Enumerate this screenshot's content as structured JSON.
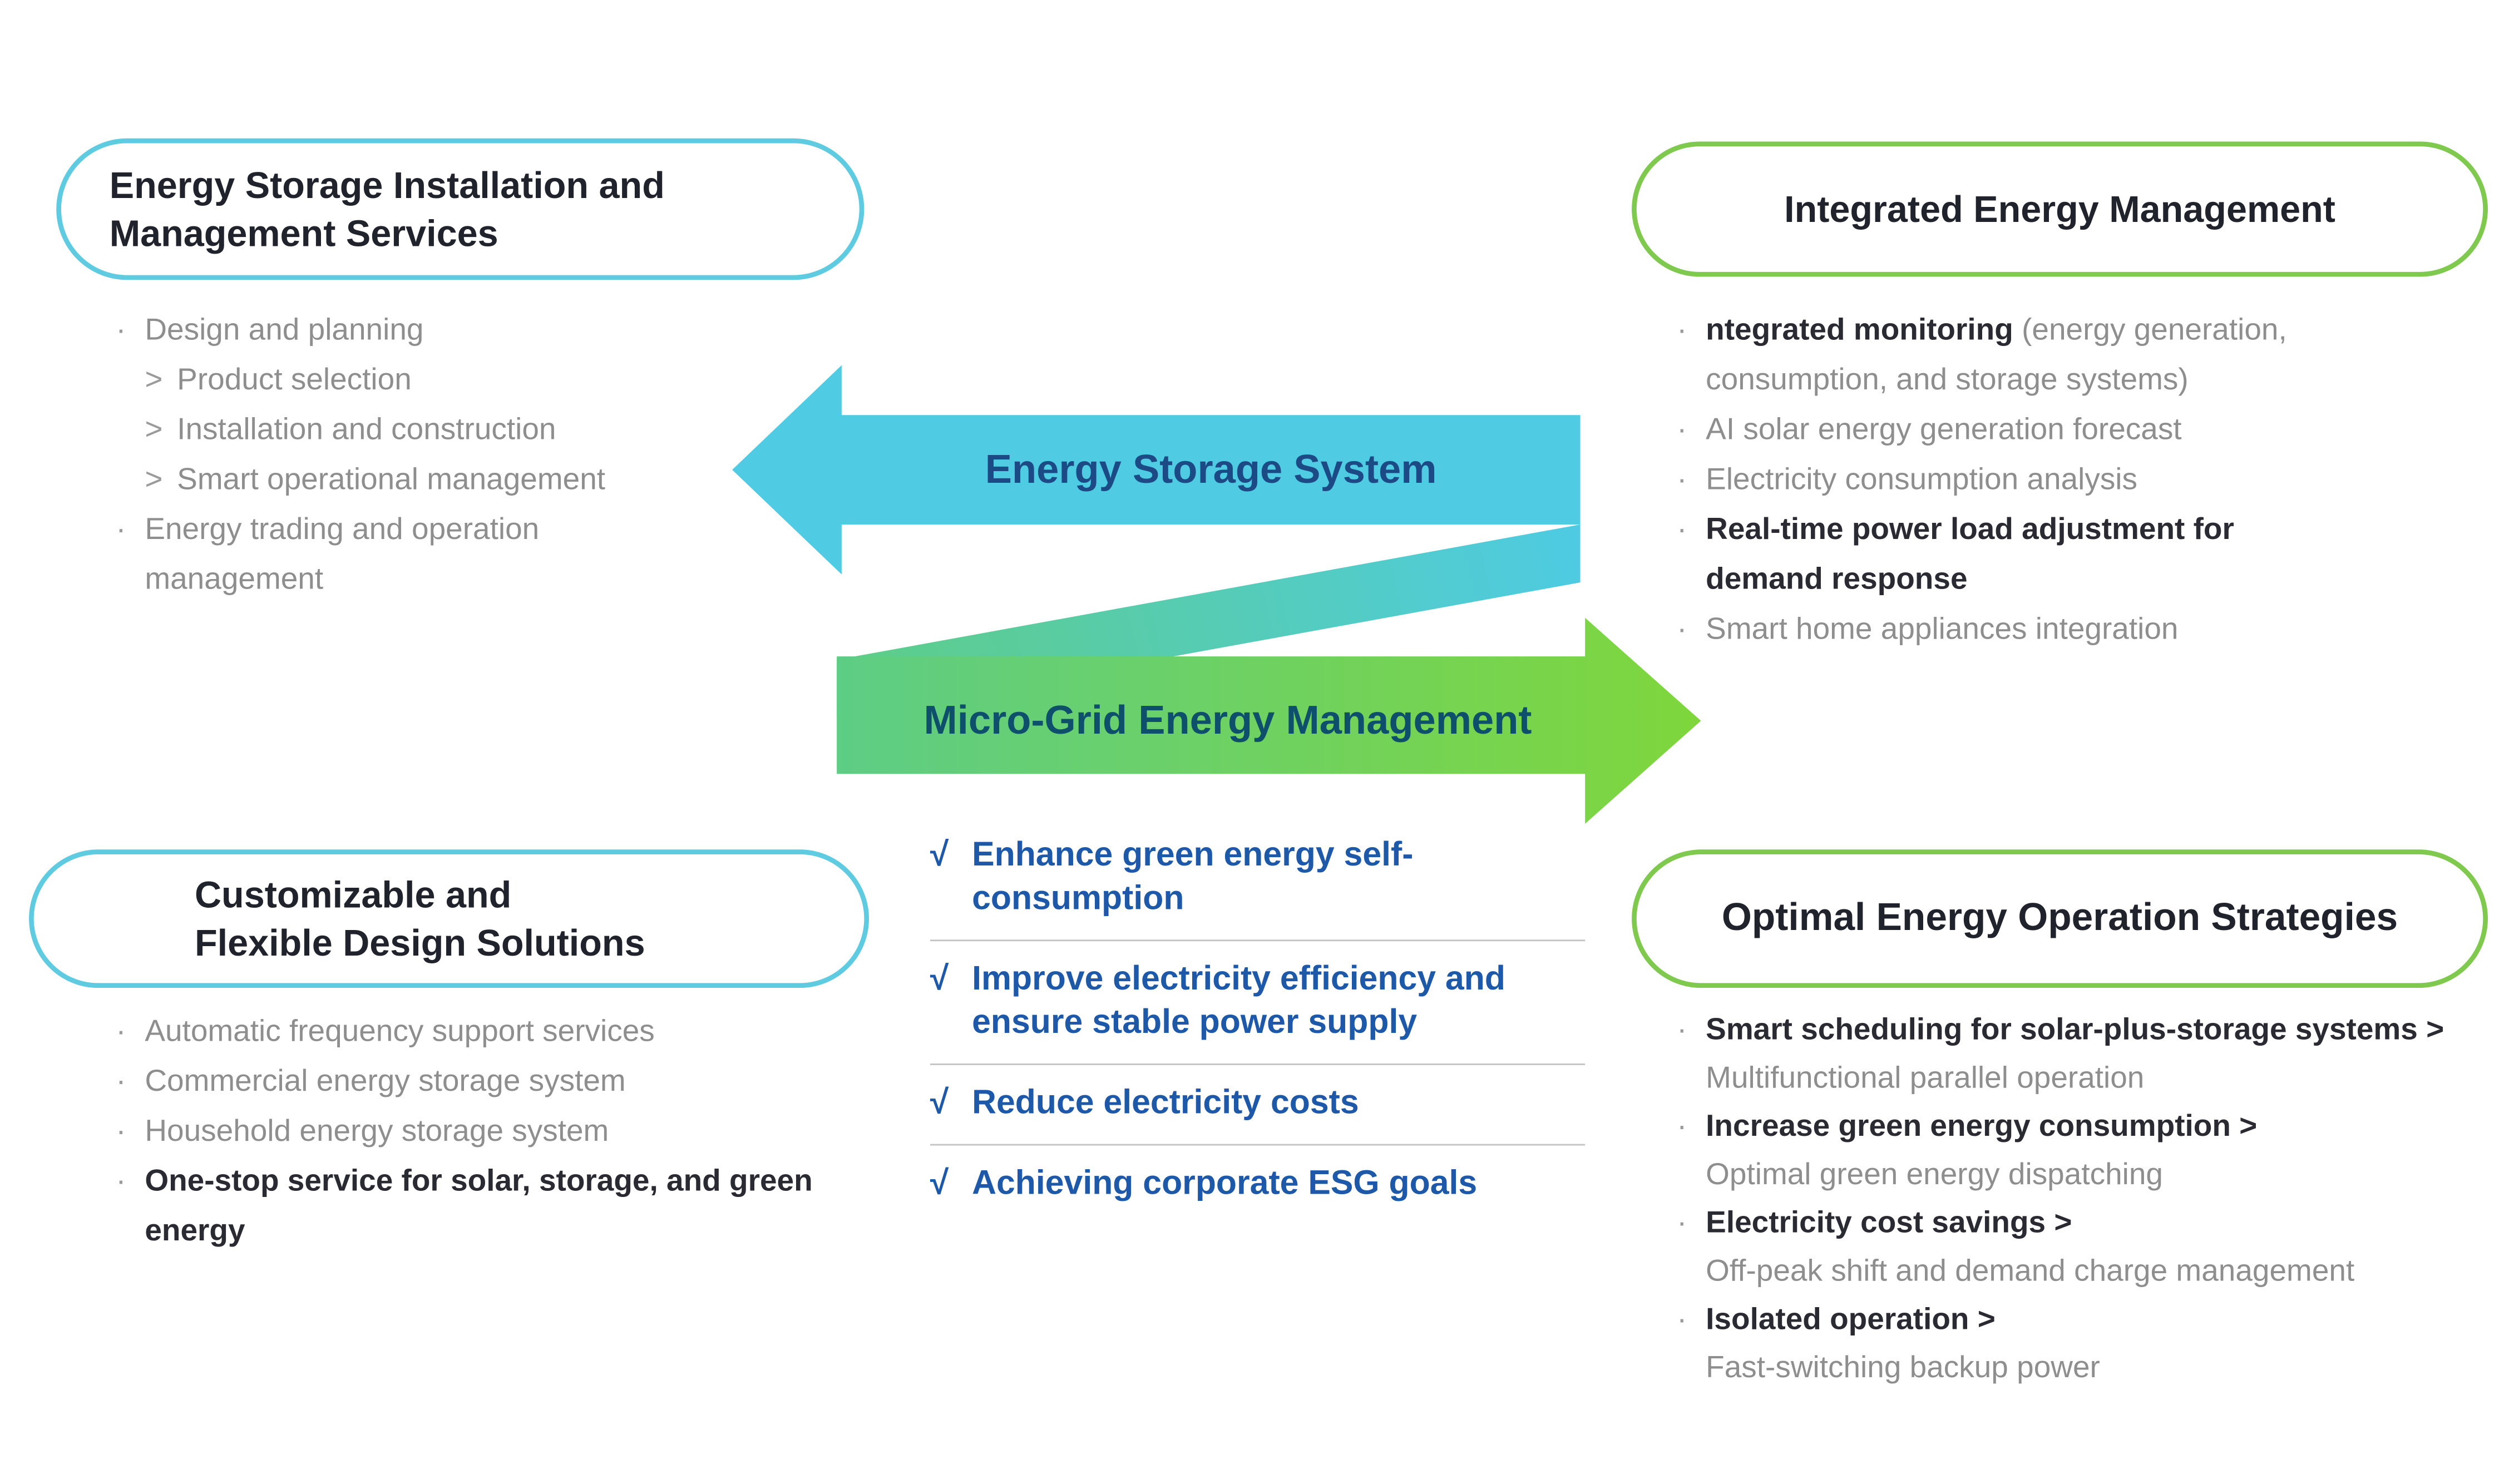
{
  "glyphs": {
    "dot": "·",
    "sub": ">",
    "check": "√"
  },
  "arrows": {
    "energy_storage": {
      "label": "Energy Storage System"
    },
    "micro_grid": {
      "label": "Micro-Grid Energy Management"
    }
  },
  "benefits": {
    "items": [
      {
        "text": "Enhance green energy self-consumption"
      },
      {
        "text": "Improve electricity efficiency and ensure stable power supply"
      },
      {
        "text": "Reduce electricity costs"
      },
      {
        "text": "Achieving corporate ESG goals"
      }
    ]
  },
  "panels": {
    "installation": {
      "title_lines": [
        "Energy Storage Installation and",
        "Management Services"
      ],
      "items": [
        {
          "text": "Design and planning"
        },
        {
          "text": "Product selection"
        },
        {
          "text": "Installation and construction"
        },
        {
          "text": "Smart operational management"
        },
        {
          "text": "Energy trading and operation management"
        }
      ]
    },
    "integrated": {
      "title": "Integrated Energy Management",
      "items": [
        {
          "bold": "ntegrated monitoring",
          "rest": " (energy generation, consumption, and storage systems)"
        },
        {
          "text": "AI solar energy generation forecast"
        },
        {
          "text": "Electricity consumption analysis"
        },
        {
          "bold": "Real-time power load adjustment for demand response"
        },
        {
          "text": "Smart home appliances integration"
        }
      ]
    },
    "customizable": {
      "title_lines": [
        "Customizable and",
        "Flexible Design Solutions"
      ],
      "items": [
        {
          "text": "Automatic frequency support services"
        },
        {
          "text": "Commercial energy storage system"
        },
        {
          "text": "Household energy storage system"
        },
        {
          "bold": "One-stop service for solar, storage, and green energy"
        }
      ]
    },
    "optimal": {
      "title": "Optimal Energy Operation Strategies",
      "items": [
        {
          "bold": "Smart scheduling for solar-plus-storage systems > ",
          "rest": "Multifunctional parallel operation"
        },
        {
          "bold": "Increase green energy consumption >",
          "rest": "Optimal green energy dispatching"
        },
        {
          "bold": "Electricity cost savings >",
          "rest": "Off-peak shift and demand charge management"
        },
        {
          "bold": "Isolated operation >",
          "rest": "Fast-switching backup power"
        }
      ]
    }
  },
  "colors": {
    "cyan_border": "#5FCBE0",
    "green_border": "#7FC94F",
    "arrow_cyan": "#4FCBE3",
    "arrow_green_start": "#5ECD85",
    "arrow_green_end": "#7FD63C",
    "ess_label_navy": "#1B4A85",
    "mgem_label_teal": "#0E506B",
    "benefit_blue": "#1D59A8",
    "title_dark": "#20232B",
    "body_gray": "#8E8E8E"
  }
}
